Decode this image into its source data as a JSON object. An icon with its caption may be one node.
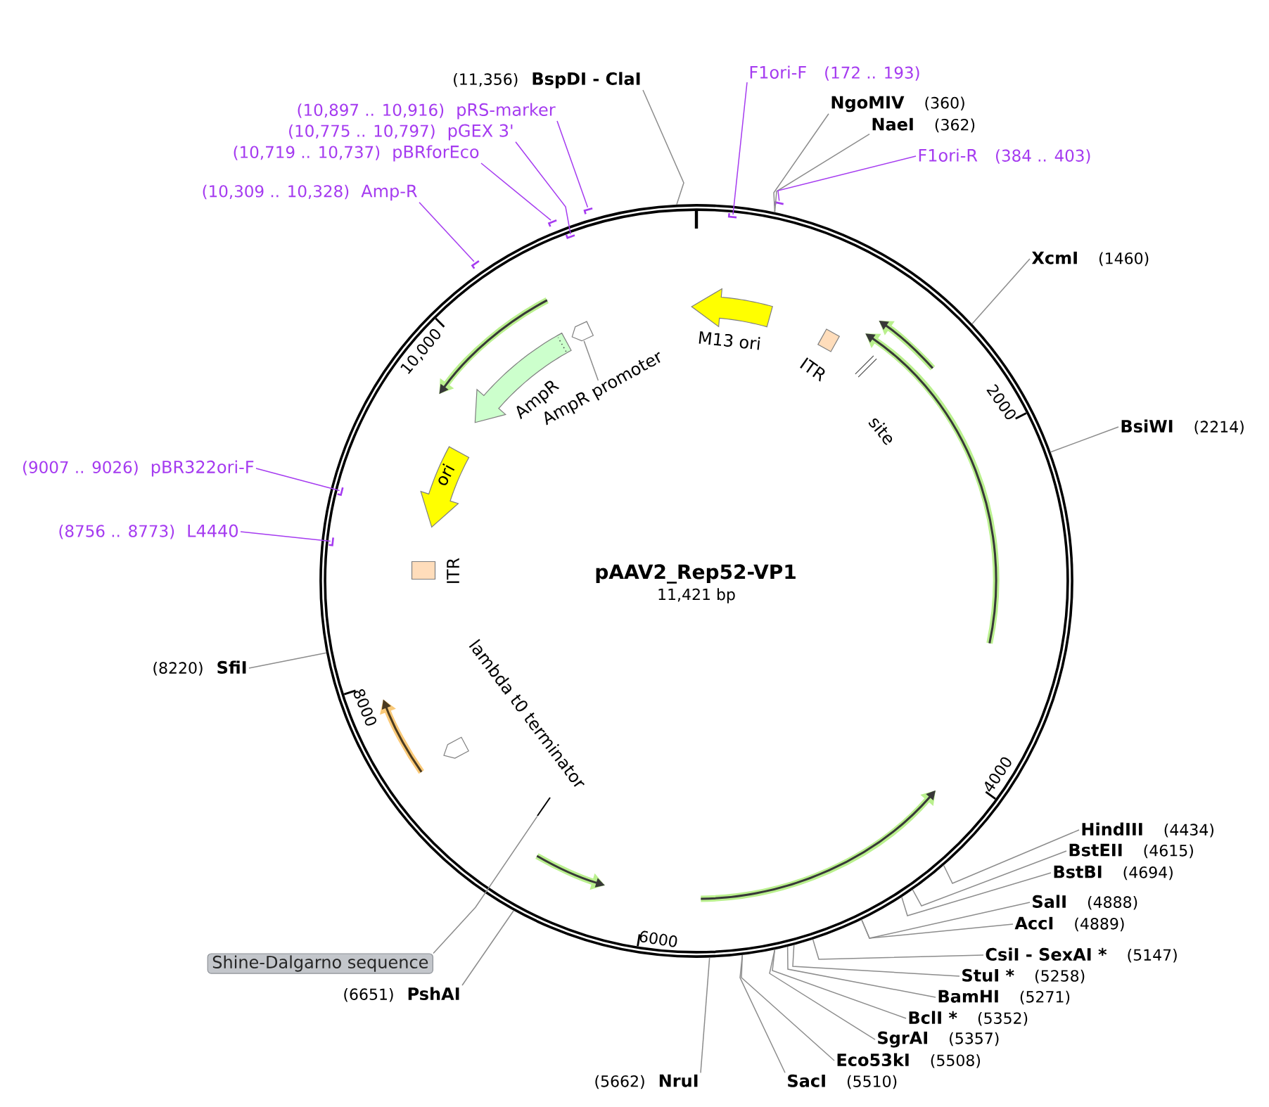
{
  "diagram": {
    "nodes": [
      {
        "text": [
          "pAAV2_Rep52-VP1",
          "11,421 bp"
        ]
      },
      {
        "text": [
          "M13 ori"
        ],
        "in": 0
      },
      {
        "text": [],
        "shape": "arrow",
        "in": 0
      },
      {
        "text": [],
        "shape": "arrow",
        "in": 0
      },
      {
        "text": [
          "ITR"
        ],
        "in": 0
      },
      {
        "text": [
          "AmpR promoter"
        ],
        "in": 0
      },
      {
        "text": [
          "AmpR"
        ],
        "in": 0
      },
      {
        "text": [],
        "shape": "arrow",
        "in": 0
      },
      {
        "text": [
          "site"
        ],
        "in": 0
      },
      {
        "text": [
          "ori"
        ],
        "in": 0
      },
      {
        "text": [
          "ITR"
        ],
        "in": 0
      },
      {
        "text": [
          "lambda t0 terminator"
        ],
        "in": 0
      },
      {
        "text": [],
        "shape": "arrow",
        "in": 0
      },
      {
        "text": [],
        "shape": "bar",
        "in": 0
      },
      {
        "text": [],
        "shape": "arrow",
        "in": 0
      },
      {
        "text": [],
        "shape": "arrow",
        "in": 0
      },
      {
        "text": [
          "(11,356)",
          "BspDI - ClaI"
        ]
      },
      {
        "text": [
          "F1ori-F",
          "(172 .. 193)"
        ]
      },
      {
        "text": [
          "(10,897 .. 10,916)",
          "pRS-marker"
        ]
      },
      {
        "text": [
          "NgoMIV",
          "(360)"
        ]
      },
      {
        "text": [
          "(10,775 .. 10,797)",
          "pGEX 3'"
        ]
      },
      {
        "text": [
          "NaeI",
          "(362)"
        ]
      },
      {
        "text": [
          "(10,719 .. 10,737)",
          "pBRforEco"
        ]
      },
      {
        "text": [
          "F1ori-R",
          "(384 .. 403)"
        ]
      },
      {
        "text": [
          "(10,309 .. 10,328)",
          "Amp-R"
        ]
      },
      {
        "text": [
          "XcmI",
          "(1460)"
        ]
      },
      {
        "text": [
          "BsiWI",
          "(2214)"
        ]
      },
      {
        "text": [
          "(9007 .. 9026)",
          "pBR322ori-F"
        ]
      },
      {
        "text": [
          "(8756 .. 8773)",
          "L4440"
        ]
      },
      {
        "text": [
          "(8220)",
          "SfiI"
        ]
      },
      {
        "text": [
          "HindIII",
          "(4434)"
        ]
      },
      {
        "text": [
          "BstEII",
          "(4615)"
        ]
      },
      {
        "text": [
          "BstBI",
          "(4694)"
        ]
      },
      {
        "text": [
          "SalI",
          "(4888)"
        ]
      },
      {
        "text": [
          "AccI",
          "(4889)"
        ]
      },
      {
        "text": [
          "CsiI - SexAI *",
          "(5147)"
        ]
      },
      {
        "text": [
          "StuI *",
          "(5258)"
        ]
      },
      {
        "text": [
          "Shine-Dalgarno sequence"
        ]
      },
      {
        "text": [
          "BamHI",
          "(5271)"
        ]
      },
      {
        "text": [
          "(6651)",
          "PshAI"
        ]
      },
      {
        "text": [
          "BclI *",
          "(5352)"
        ]
      },
      {
        "text": [
          "SgrAI",
          "(5357)"
        ]
      },
      {
        "text": [
          "Eco53kI",
          "(5508)"
        ]
      },
      {
        "text": [
          "(5662)",
          "NruI"
        ]
      },
      {
        "text": [
          "SacI",
          "(5510)"
        ]
      },
      {
        "text": [],
        "shape": "bar"
      },
      {
        "text": [],
        "shape": "bar",
        "in": 0
      },
      {
        "text": [],
        "shape": "bar"
      },
      {
        "text": [],
        "shape": "bar"
      },
      {
        "text": [],
        "shape": "bar",
        "in": 0
      },
      {
        "text": [],
        "shape": "bar"
      },
      {
        "text": [],
        "shape": "bar",
        "in": 0
      },
      {
        "text": [],
        "shape": "bar",
        "in": 0
      },
      {
        "text": [],
        "shape": "pentagon",
        "in": 0
      }
    ],
    "edges": [
      {
        "from": 16,
        "to": 0,
        "arrow": "none"
      },
      {
        "from": 17,
        "to": 49,
        "arrow": "none",
        "color": "#a53bf0"
      },
      {
        "from": 18,
        "to": 45,
        "arrow": "none",
        "color": "#a53bf0"
      },
      {
        "from": 19,
        "to": 0,
        "arrow": "none"
      },
      {
        "from": 20,
        "to": 46,
        "arrow": "none",
        "color": "#a53bf0"
      },
      {
        "from": 21,
        "to": 0,
        "arrow": "none"
      },
      {
        "from": 22,
        "to": 47,
        "arrow": "none",
        "color": "#a53bf0"
      },
      {
        "from": 23,
        "to": 50,
        "arrow": "none",
        "color": "#a53bf0"
      },
      {
        "from": 24,
        "to": 48,
        "arrow": "none",
        "color": "#a53bf0"
      },
      {
        "from": 25,
        "to": 0,
        "arrow": "none"
      },
      {
        "from": 26,
        "to": 0,
        "arrow": "none"
      },
      {
        "from": 27,
        "to": 51,
        "arrow": "none",
        "color": "#a53bf0"
      },
      {
        "from": 28,
        "to": 52,
        "arrow": "none",
        "color": "#a53bf0"
      },
      {
        "from": 29,
        "to": 0,
        "arrow": "none"
      },
      {
        "from": 30,
        "to": 0,
        "arrow": "none"
      },
      {
        "from": 31,
        "to": 0,
        "arrow": "none"
      },
      {
        "from": 32,
        "to": 0,
        "arrow": "none"
      },
      {
        "from": 33,
        "to": 0,
        "arrow": "none"
      },
      {
        "from": 34,
        "to": 0,
        "arrow": "none"
      },
      {
        "from": 35,
        "to": 0,
        "arrow": "none"
      },
      {
        "from": 36,
        "to": 0,
        "arrow": "none"
      },
      {
        "from": 37,
        "to": 13,
        "arrow": "none"
      },
      {
        "from": 38,
        "to": 0,
        "arrow": "none"
      },
      {
        "from": 39,
        "to": 0,
        "arrow": "none"
      },
      {
        "from": 40,
        "to": 0,
        "arrow": "none"
      },
      {
        "from": 41,
        "to": 0,
        "arrow": "none"
      },
      {
        "from": 42,
        "to": 0,
        "arrow": "none"
      },
      {
        "from": 43,
        "to": 0,
        "arrow": "none"
      },
      {
        "from": 44,
        "to": 0,
        "arrow": "none"
      },
      {
        "from": 5,
        "to": 53,
        "arrow": "none"
      }
    ],
    "labels": [
      "10,000",
      "2000",
      "8000",
      "4000",
      "6000"
    ]
  }
}
